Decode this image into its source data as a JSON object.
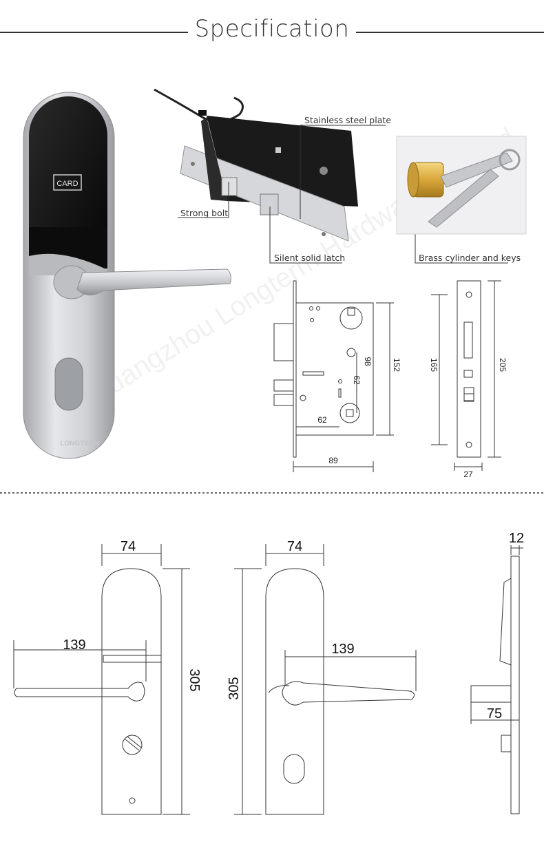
{
  "header": {
    "title": "Specification"
  },
  "photo": {
    "card_label": "CARD",
    "brand": "LONGTERM"
  },
  "callouts": {
    "stainless_steel_plate": "Stainless steel plate",
    "strong_bolt": "Strong bolt",
    "silent_solid_latch": "Silent solid latch",
    "brass_cylinder_keys": "Brass cylinder and keys"
  },
  "mortise_front": {
    "height_outer": "152",
    "spacing_a": "98",
    "spacing_b": "62",
    "bottom_width": "62",
    "width": "89"
  },
  "mortise_side": {
    "plate_height": "205",
    "hole_spacing": "165",
    "thickness": "27"
  },
  "handle_front": {
    "width": "74",
    "lever": "139",
    "height": "305"
  },
  "handle_back": {
    "width": "74",
    "lever": "139",
    "height": "305"
  },
  "handle_side": {
    "thickness": "12",
    "projection": "75"
  },
  "watermark": "Guangzhou Longterm Hardware Co., Ltd.",
  "colors": {
    "line": "#333333",
    "metal": "#c8c9cc",
    "panel": "#111111"
  }
}
